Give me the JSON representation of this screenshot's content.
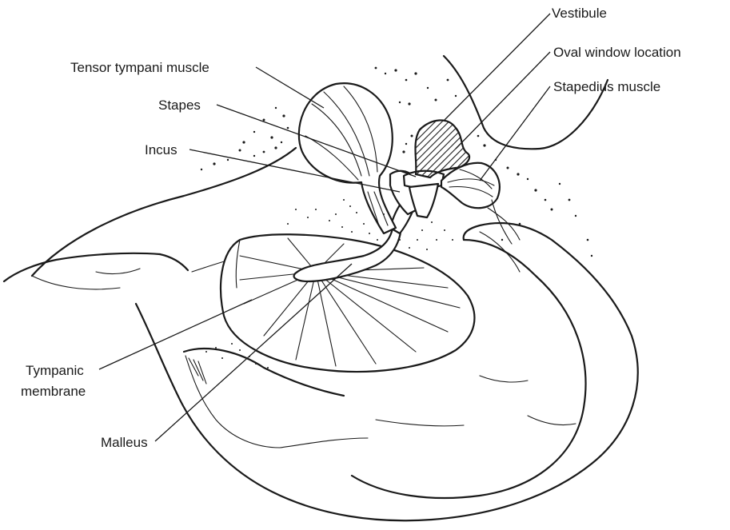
{
  "labels": {
    "vestibule": "Vestibule",
    "oval_window": "Oval window location",
    "stapedius": "Stapedius muscle",
    "tensor_tympani": "Tensor tympani muscle",
    "stapes": "Stapes",
    "incus": "Incus",
    "tympanic_line1": "Tympanic",
    "tympanic_line2": "membrane",
    "malleus": "Malleus"
  },
  "colors": {
    "ink": "#1a1a1a",
    "background": "#ffffff"
  }
}
